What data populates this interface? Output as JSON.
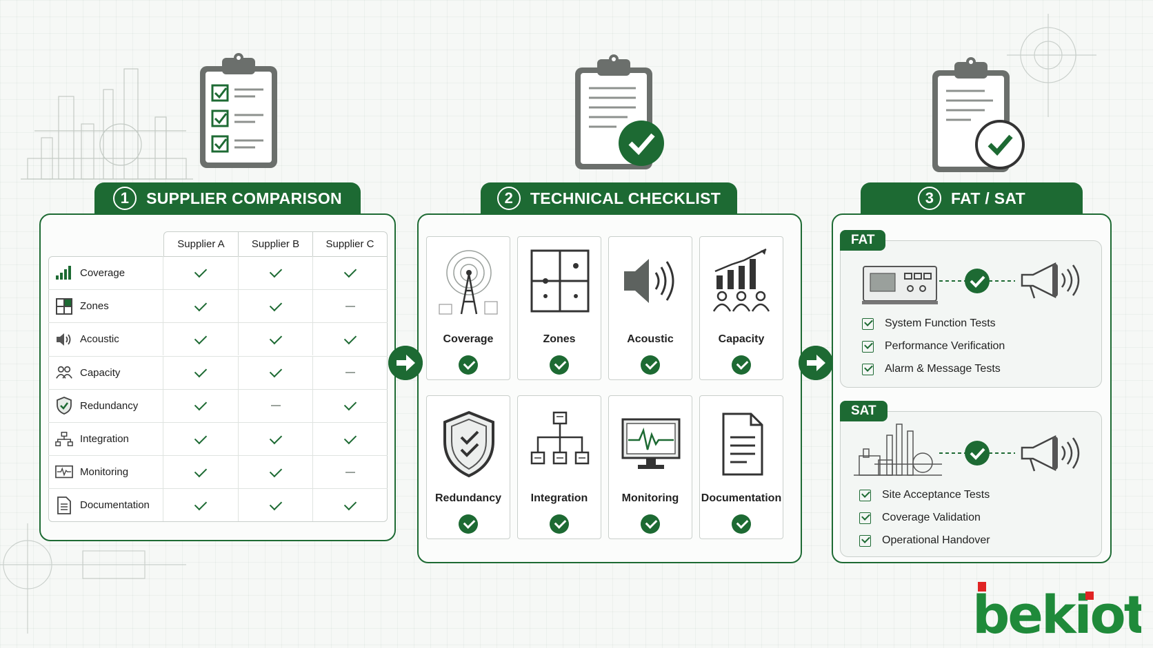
{
  "colors": {
    "primary_green": "#1d6a33",
    "logo_red": "#e02424",
    "background": "#f6f8f6"
  },
  "sections": [
    {
      "number": "1",
      "title": "SUPPLIER COMPARISON"
    },
    {
      "number": "2",
      "title": "TECHNICAL CHECKLIST"
    },
    {
      "number": "3",
      "title": "FAT / SAT"
    }
  ],
  "supplier_table": {
    "columns": [
      "Supplier A",
      "Supplier B",
      "Supplier C"
    ],
    "rows": [
      {
        "label": "Coverage",
        "icon": "signal-bars-icon",
        "values": [
          "check",
          "check",
          "check"
        ]
      },
      {
        "label": "Zones",
        "icon": "zones-grid-icon",
        "values": [
          "check",
          "check",
          "dash"
        ]
      },
      {
        "label": "Acoustic",
        "icon": "speaker-icon",
        "values": [
          "check",
          "check",
          "check"
        ]
      },
      {
        "label": "Capacity",
        "icon": "people-icon",
        "values": [
          "check",
          "check",
          "dash"
        ]
      },
      {
        "label": "Redundancy",
        "icon": "shield-icon",
        "values": [
          "check",
          "dash",
          "check"
        ]
      },
      {
        "label": "Integration",
        "icon": "hierarchy-icon",
        "values": [
          "check",
          "check",
          "check"
        ]
      },
      {
        "label": "Monitoring",
        "icon": "monitor-pulse-icon",
        "values": [
          "check",
          "check",
          "dash"
        ]
      },
      {
        "label": "Documentation",
        "icon": "document-icon",
        "values": [
          "check",
          "check",
          "check"
        ]
      }
    ]
  },
  "checklist": {
    "items": [
      {
        "label": "Coverage",
        "icon": "antenna-tower-icon"
      },
      {
        "label": "Zones",
        "icon": "zones-map-icon"
      },
      {
        "label": "Acoustic",
        "icon": "speaker-icon"
      },
      {
        "label": "Capacity",
        "icon": "capacity-chart-icon"
      },
      {
        "label": "Redundancy",
        "icon": "shield-check-icon"
      },
      {
        "label": "Integration",
        "icon": "hierarchy-icon"
      },
      {
        "label": "Monitoring",
        "icon": "monitor-pulse-icon"
      },
      {
        "label": "Documentation",
        "icon": "document-icon"
      }
    ]
  },
  "fat": {
    "tag": "FAT",
    "items": [
      "System Function Tests",
      "Performance Verification",
      "Alarm & Message Tests"
    ]
  },
  "sat": {
    "tag": "SAT",
    "items": [
      "Site Acceptance Tests",
      "Coverage Validation",
      "Operational Handover"
    ]
  },
  "logo": {
    "text": "bekiot"
  }
}
